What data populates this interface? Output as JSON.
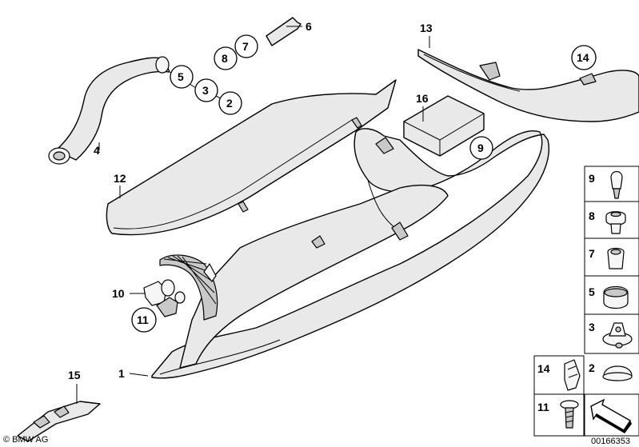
{
  "callouts": {
    "n1": "1",
    "n2": "2",
    "n3": "3",
    "n4": "4",
    "n5": "5",
    "n6": "6",
    "n7": "7",
    "n8": "8",
    "n9": "9",
    "n10": "10",
    "n11": "11",
    "n12": "12",
    "n13": "13",
    "n14": "14",
    "n15": "15",
    "n16": "16"
  },
  "legend": {
    "items": [
      "9",
      "8",
      "7",
      "5",
      "3",
      "2",
      "14",
      "11"
    ]
  },
  "footer": {
    "copyright": "© BMW AG",
    "diagram_number": "00166353"
  }
}
